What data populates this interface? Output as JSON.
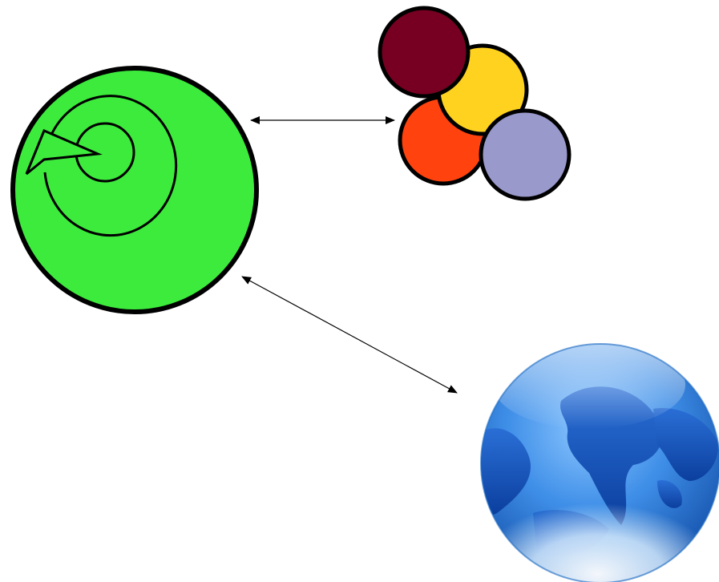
{
  "diagram": {
    "nodes": [
      {
        "id": "central-node",
        "shape": "circle",
        "icon": "spiral-cycle-icon",
        "fill": "#3DEB3D",
        "stroke": "#000000"
      },
      {
        "id": "color-group-node",
        "shape": "four-overlapping-circles",
        "colors": [
          "#770022",
          "#FFD21F",
          "#FF420E",
          "#9999CC"
        ],
        "stroke": "#000000"
      },
      {
        "id": "globe-node",
        "shape": "globe",
        "icon": "globe-icon",
        "colors": [
          "#1565C0",
          "#4A90E2",
          "#E3F2FD"
        ]
      }
    ],
    "edges": [
      {
        "from": "central-node",
        "to": "color-group-node",
        "direction": "bidirectional"
      },
      {
        "from": "central-node",
        "to": "globe-node",
        "direction": "bidirectional"
      }
    ]
  }
}
